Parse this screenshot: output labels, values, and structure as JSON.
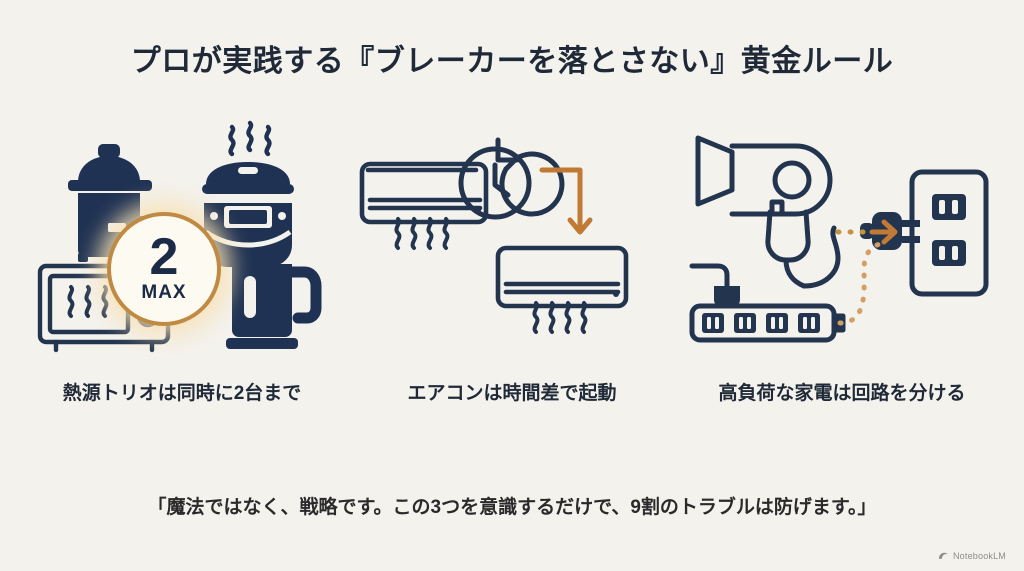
{
  "slide": {
    "background_color": "#f4f2ed",
    "title": "プロが実践する『ブレーカーを落とさない』黄金ルール",
    "quote": "「魔法ではなく、戦略です。この3つを意識するだけで、9割のトラブルは防げます。」"
  },
  "colors": {
    "navy": "#1f3253",
    "navy_dark": "#16233c",
    "outline": "#23344f",
    "amber": "#c07a33",
    "badge_ring": "#c08a42",
    "badge_fill": "#fdfaf2",
    "text": "#1f2937",
    "watermark": "#8d8d88"
  },
  "columns": [
    {
      "id": "heat-trio",
      "caption": "熱源トリオは同時に2台まで",
      "badge": {
        "number": "2",
        "label": "MAX"
      },
      "icons": [
        "slow-cooker-icon",
        "rice-cooker-icon",
        "microwave-icon",
        "electric-kettle-icon"
      ]
    },
    {
      "id": "air-conditioner-stagger",
      "caption": "エアコンは時間差で起動",
      "icons": [
        "air-conditioner-icon",
        "clock-refresh-icon",
        "down-arrow-icon",
        "air-conditioner-icon"
      ]
    },
    {
      "id": "split-circuits",
      "caption": "高負荷な家電は回路を分ける",
      "icons": [
        "hair-dryer-icon",
        "power-strip-icon",
        "wall-outlet-icon",
        "plug-icon",
        "dotted-arrow-icon"
      ]
    }
  ],
  "watermark": {
    "label": "NotebookLM",
    "icon": "notebooklm-icon"
  }
}
